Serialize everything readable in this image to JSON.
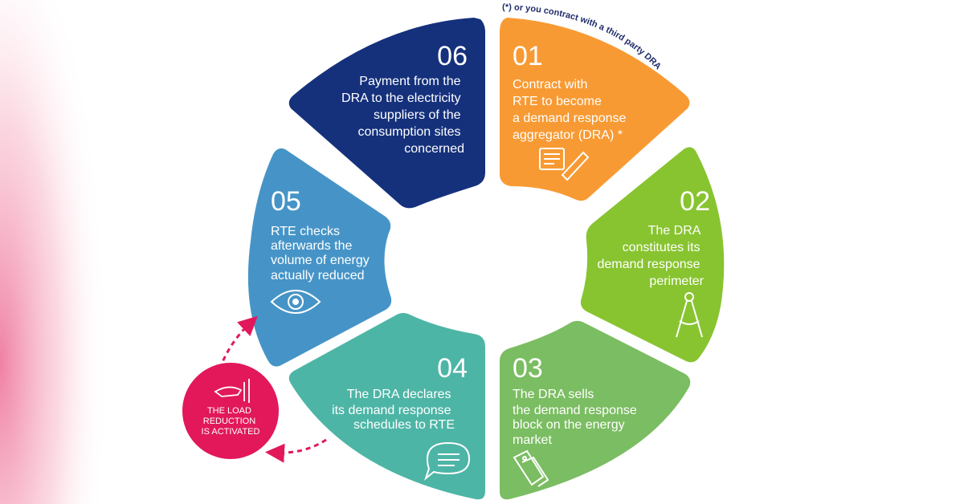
{
  "note": "(*) or you contract with a third party DRA",
  "colors": {
    "step01": "#f89a33",
    "step02": "#88c430",
    "step03": "#7bbd62",
    "step04": "#4db5a6",
    "step05": "#4694c7",
    "step06": "#15317c",
    "activation": "#e2185a",
    "note": "#1f2d6a"
  },
  "steps": [
    {
      "number": "01",
      "lines": [
        "Contract with",
        "RTE to become",
        "a demand response",
        "aggregator (DRA) *"
      ],
      "icon": "document-pen-icon"
    },
    {
      "number": "02",
      "lines": [
        "The DRA",
        "constitutes its",
        "demand response",
        "perimeter"
      ],
      "icon": "compass-icon"
    },
    {
      "number": "03",
      "lines": [
        "The DRA sells",
        "the demand response",
        "block on the energy",
        "market"
      ],
      "icon": "price-tag-icon"
    },
    {
      "number": "04",
      "lines": [
        "The DRA declares",
        "its demand response",
        "schedules to RTE"
      ],
      "icon": "speech-bubble-icon"
    },
    {
      "number": "05",
      "lines": [
        "RTE checks",
        "afterwards the",
        "volume of energy",
        "actually reduced"
      ],
      "icon": "eye-icon"
    },
    {
      "number": "06",
      "lines": [
        "Payment  from the",
        "DRA to the electricity",
        "suppliers of the",
        "consumption sites",
        "concerned"
      ],
      "icon": ""
    }
  ],
  "activation": {
    "lines": [
      "THE LOAD",
      "REDUCTION",
      "IS ACTIVATED"
    ],
    "icon": "hand-switch-icon"
  }
}
